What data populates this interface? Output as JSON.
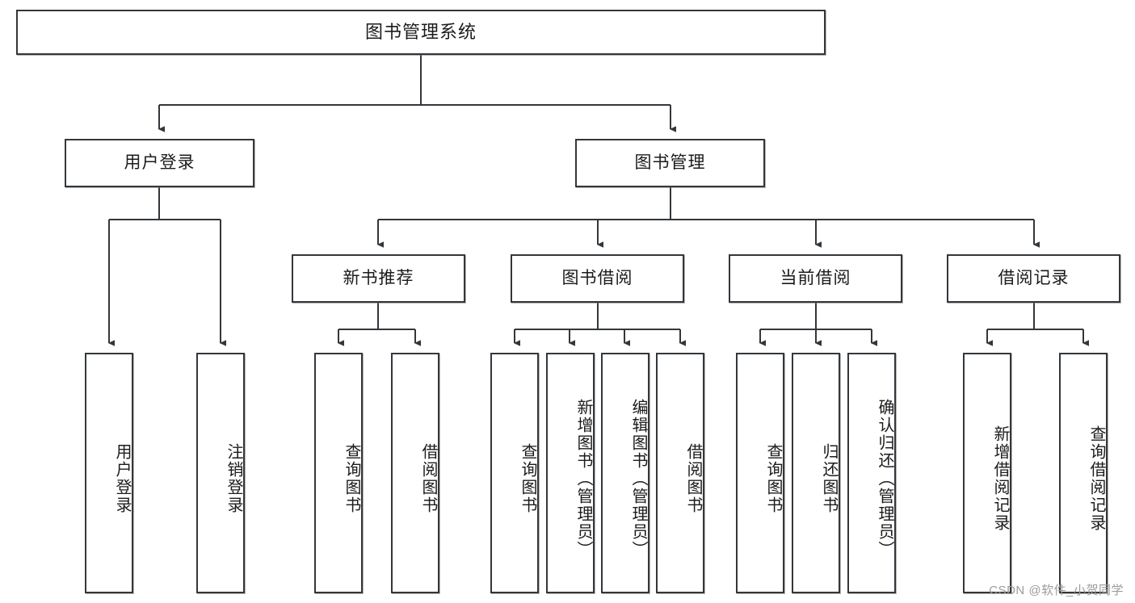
{
  "diagram": {
    "title": "图书管理系统",
    "watermark": "CSDN @软件_小贺同学",
    "colors": {
      "node_border": "#33373b",
      "node_fill": "#ffffff",
      "edge": "#33373b",
      "text": "#1b1b1b",
      "watermark": "#9b9b9b",
      "background": "#ffffff"
    },
    "levels": {
      "root": "图书管理系统",
      "level2": [
        "用户登录",
        "图书管理"
      ],
      "level3": [
        "新书推荐",
        "图书借阅",
        "当前借阅",
        "借阅记录"
      ],
      "leaves": [
        "用户登录",
        "注销登录",
        "查询图书",
        "借阅图书",
        "查询图书",
        "新增图书（管理员）",
        "编辑图书（管理员）",
        "借阅图书",
        "查询图书",
        "归还图书",
        "确认归还（管理员）",
        "新增借阅记录",
        "查询借阅记录"
      ]
    },
    "nodes": {
      "root": {
        "label": "图书管理系统"
      },
      "user_login": {
        "label": "用户登录"
      },
      "book_manage": {
        "label": "图书管理"
      },
      "new_book_rec": {
        "label": "新书推荐"
      },
      "book_borrow": {
        "label": "图书借阅"
      },
      "current_borrow": {
        "label": "当前借阅"
      },
      "borrow_record": {
        "label": "借阅记录"
      },
      "leaf_user_login": {
        "label": "用户登录"
      },
      "leaf_logout": {
        "label": "注销登录"
      },
      "leaf_query_book_1": {
        "label": "查询图书"
      },
      "leaf_borrow_book_1": {
        "label": "借阅图书"
      },
      "leaf_query_book_2": {
        "label": "查询图书"
      },
      "leaf_add_book": {
        "label": "新增图书（管理员）"
      },
      "leaf_edit_book": {
        "label": "编辑图书（管理员）"
      },
      "leaf_borrow_book_2": {
        "label": "借阅图书"
      },
      "leaf_query_book_3": {
        "label": "查询图书"
      },
      "leaf_return_book": {
        "label": "归还图书"
      },
      "leaf_confirm_return": {
        "label": "确认归还（管理员）"
      },
      "leaf_add_record": {
        "label": "新增借阅记录"
      },
      "leaf_query_record": {
        "label": "查询借阅记录"
      }
    }
  }
}
